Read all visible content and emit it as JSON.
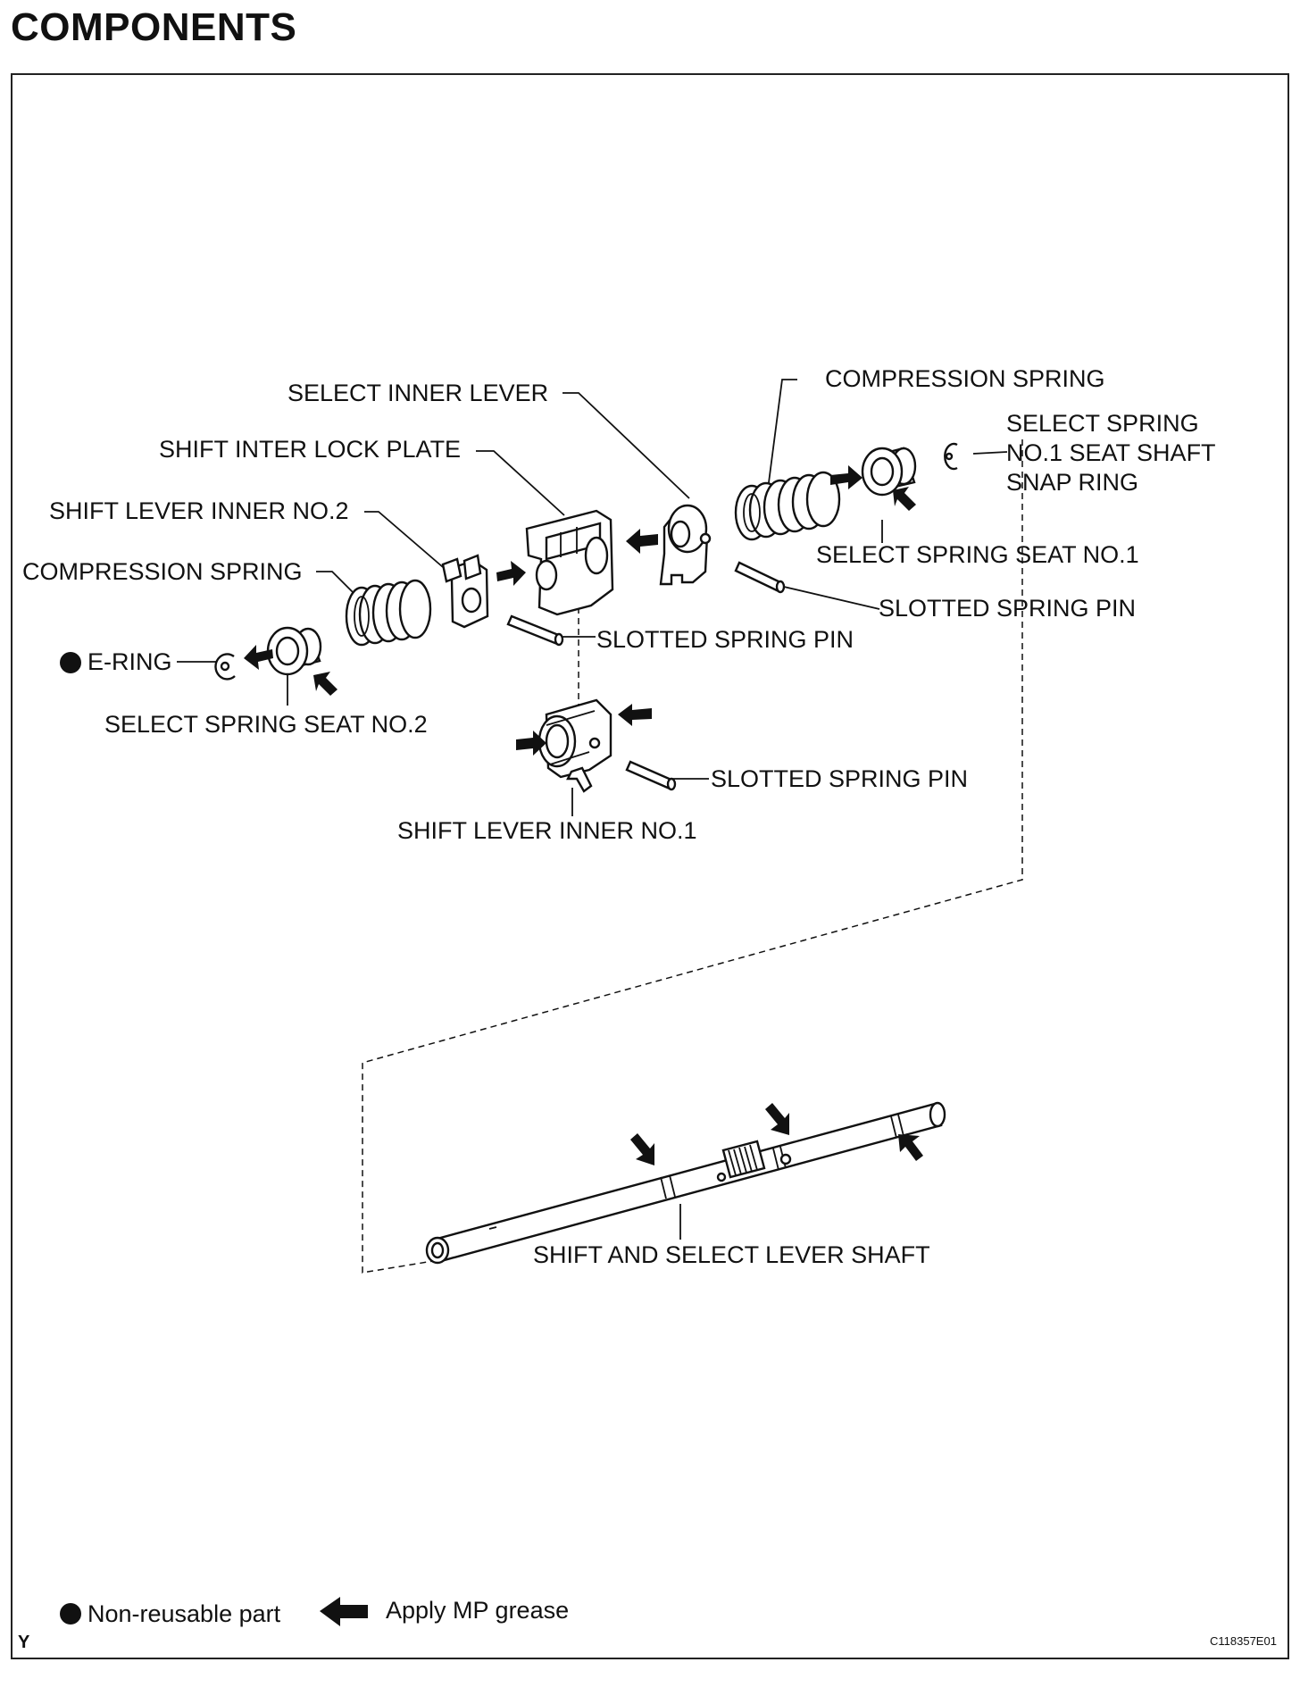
{
  "title": "COMPONENTS",
  "labels": {
    "select_inner_lever": "SELECT INNER LEVER",
    "compression_spring_top": "COMPRESSION SPRING",
    "select_spring_snap_ring_l1": "SELECT SPRING",
    "select_spring_snap_ring_l2": "NO.1 SEAT SHAFT",
    "select_spring_snap_ring_l3": "SNAP RING",
    "shift_inter_lock_plate": "SHIFT INTER LOCK PLATE",
    "shift_lever_inner_no2": "SHIFT LEVER INNER NO.2",
    "select_spring_seat_no1": "SELECT SPRING SEAT NO.1",
    "compression_spring_left": "COMPRESSION SPRING",
    "slotted_spring_pin_right": "SLOTTED SPRING PIN",
    "slotted_spring_pin_center": "SLOTTED SPRING PIN",
    "e_ring": "E-RING",
    "select_spring_seat_no2": "SELECT SPRING SEAT NO.2",
    "slotted_spring_pin_lower": "SLOTTED SPRING PIN",
    "shift_lever_inner_no1": "SHIFT LEVER INNER NO.1",
    "shift_and_select_lever_shaft": "SHIFT AND SELECT LEVER SHAFT"
  },
  "legend": {
    "non_reusable": "Non-reusable part",
    "apply_grease": "Apply MP grease"
  },
  "footer": {
    "corner_mark": "Y",
    "figure_code": "C118357E01"
  }
}
